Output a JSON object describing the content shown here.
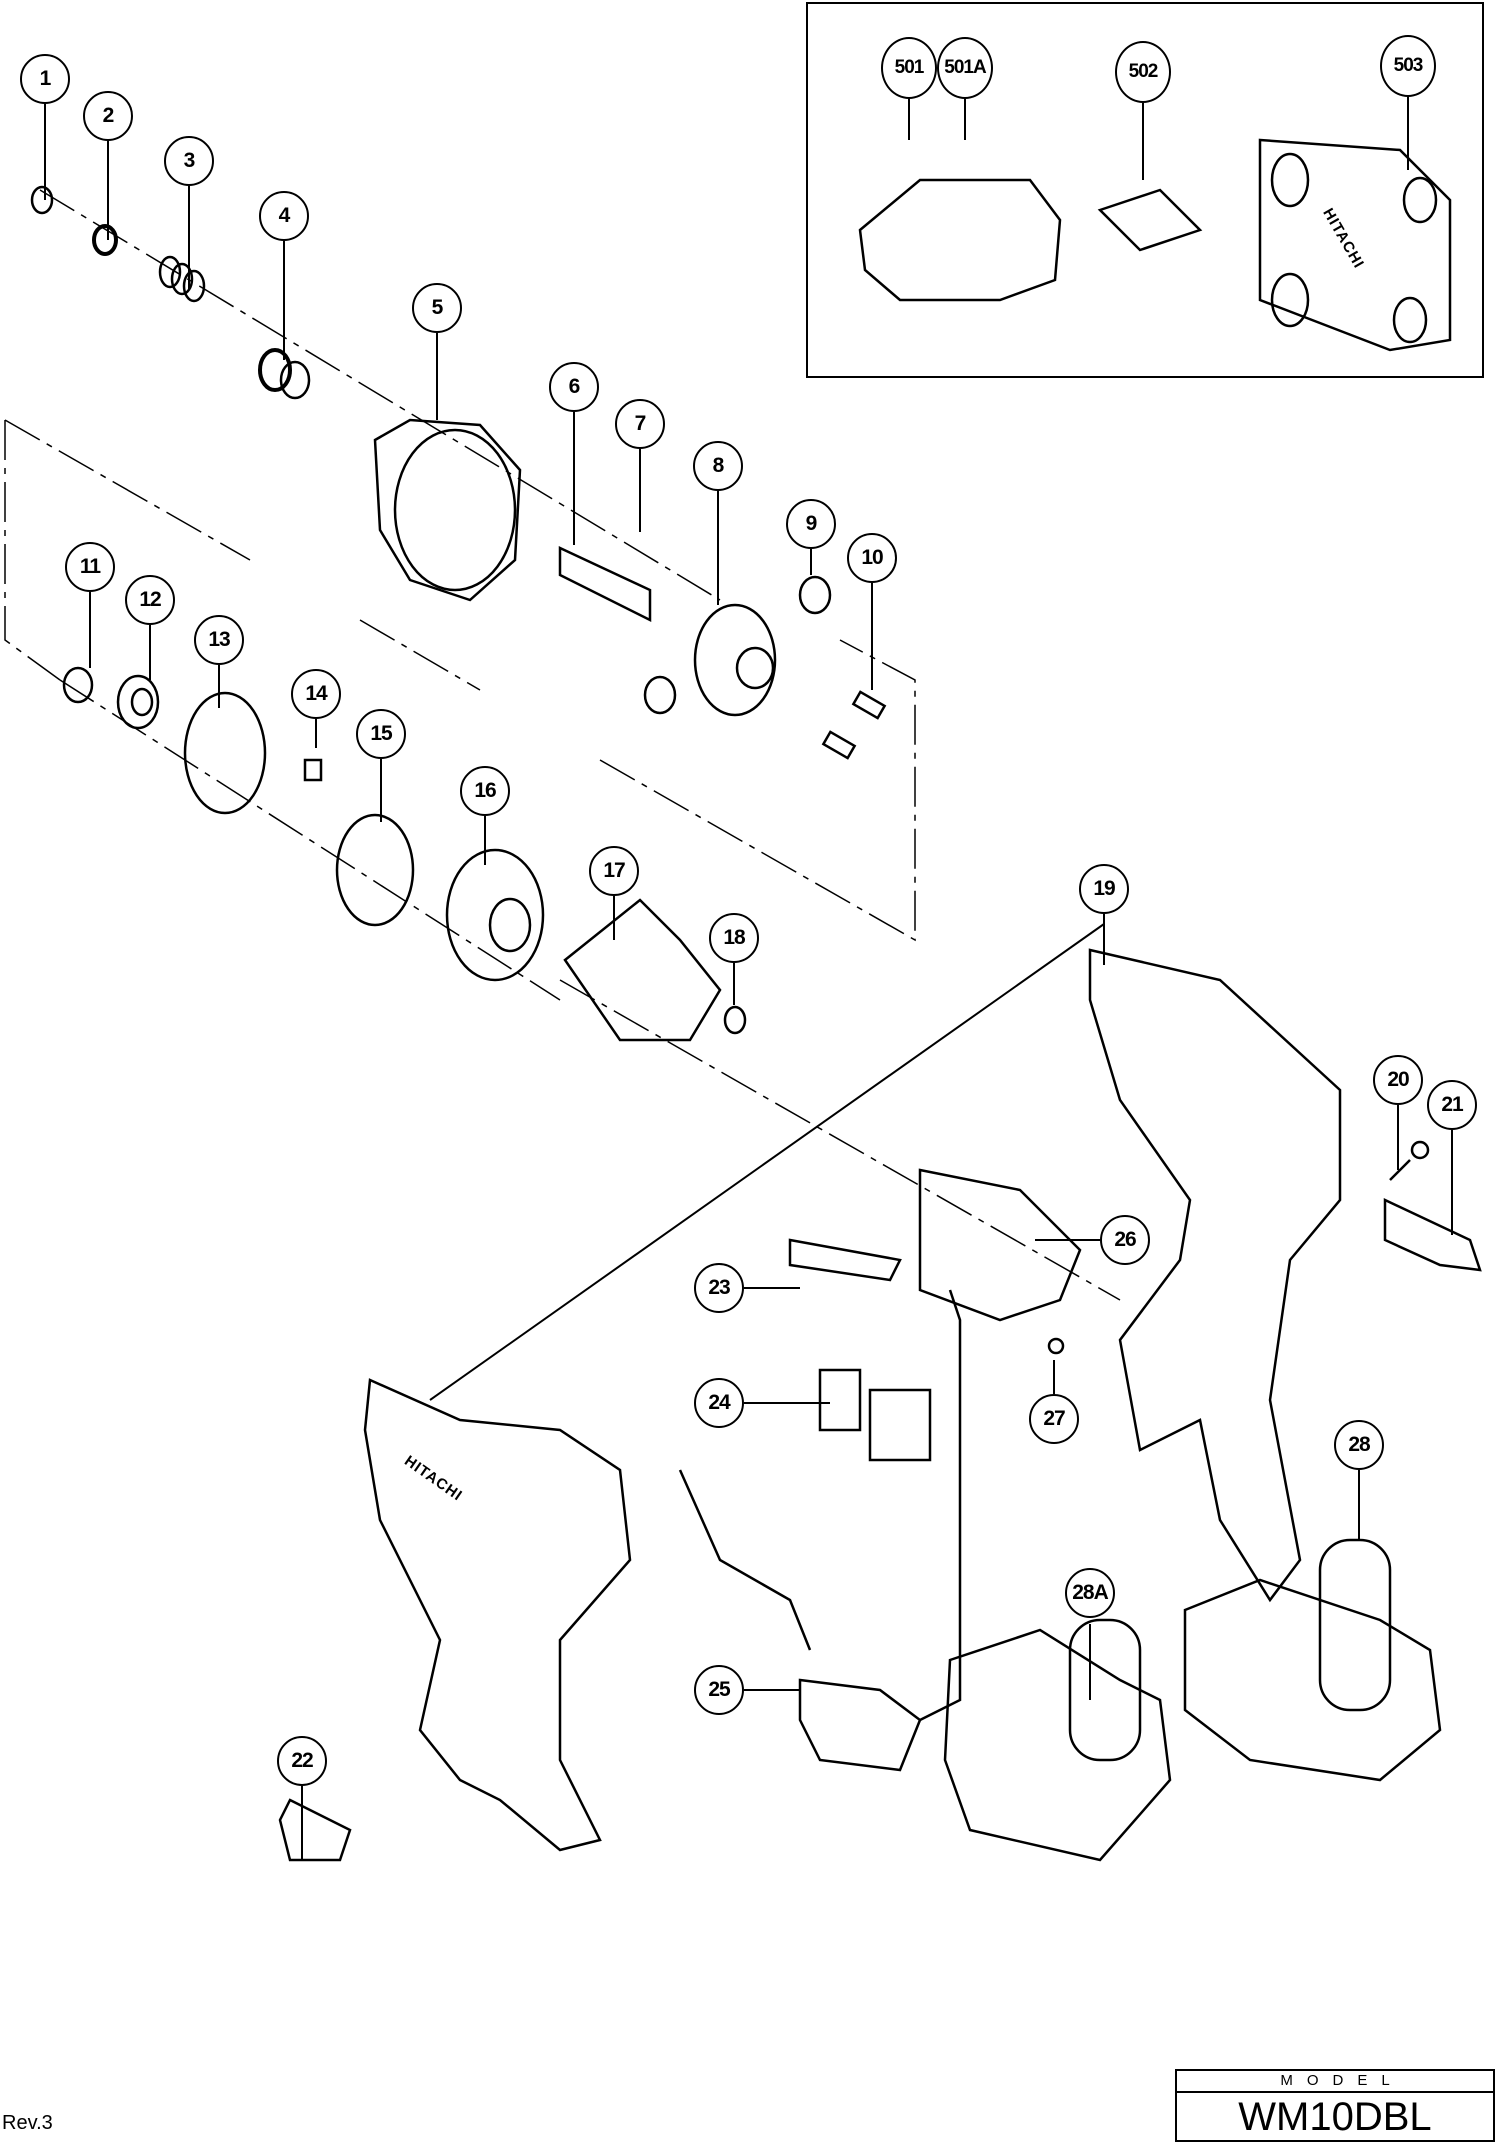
{
  "diagram": {
    "parts": [
      {
        "ref": "1"
      },
      {
        "ref": "2"
      },
      {
        "ref": "3"
      },
      {
        "ref": "4"
      },
      {
        "ref": "5"
      },
      {
        "ref": "6"
      },
      {
        "ref": "7"
      },
      {
        "ref": "8"
      },
      {
        "ref": "9"
      },
      {
        "ref": "10"
      },
      {
        "ref": "11"
      },
      {
        "ref": "12"
      },
      {
        "ref": "13"
      },
      {
        "ref": "14"
      },
      {
        "ref": "15"
      },
      {
        "ref": "16"
      },
      {
        "ref": "17"
      },
      {
        "ref": "18"
      },
      {
        "ref": "19"
      },
      {
        "ref": "20"
      },
      {
        "ref": "21"
      },
      {
        "ref": "22"
      },
      {
        "ref": "23"
      },
      {
        "ref": "24"
      },
      {
        "ref": "25"
      },
      {
        "ref": "26"
      },
      {
        "ref": "27"
      },
      {
        "ref": "28"
      },
      {
        "ref": "28A"
      }
    ],
    "accessories": [
      {
        "ref": "501"
      },
      {
        "ref": "501A"
      },
      {
        "ref": "502"
      },
      {
        "ref": "503"
      }
    ],
    "brand_marks": {
      "handle": "HITACHI",
      "case": "HITACHI"
    }
  },
  "footer": {
    "revision": "Rev.3",
    "model_label": "MODEL",
    "model_value": "WM10DBL"
  }
}
